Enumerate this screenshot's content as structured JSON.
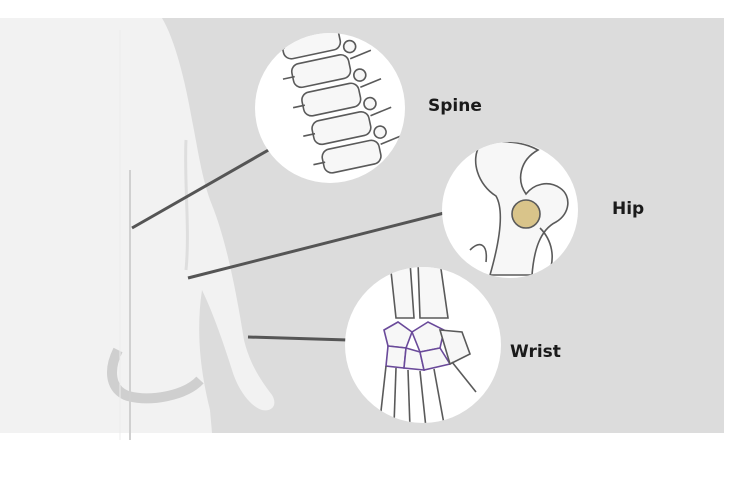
{
  "labels": {
    "spine": "Spine",
    "hip": "Hip",
    "wrist": "Wrist"
  },
  "colors": {
    "background_panel": "#dcdcdc",
    "body_fill": "#f2f2f2",
    "body_shadow": "#cfcfcf",
    "leader_line": "#555555",
    "bone_stroke": "#5a5a5a",
    "bone_fill": "#f7f7f7",
    "joint_highlight": "#d9c48a",
    "fracture_stroke": "#6a4a9a"
  },
  "icons": [
    "spine-vertebrae-icon",
    "hip-femur-icon",
    "wrist-hand-bones-icon",
    "human-torso-silhouette"
  ]
}
